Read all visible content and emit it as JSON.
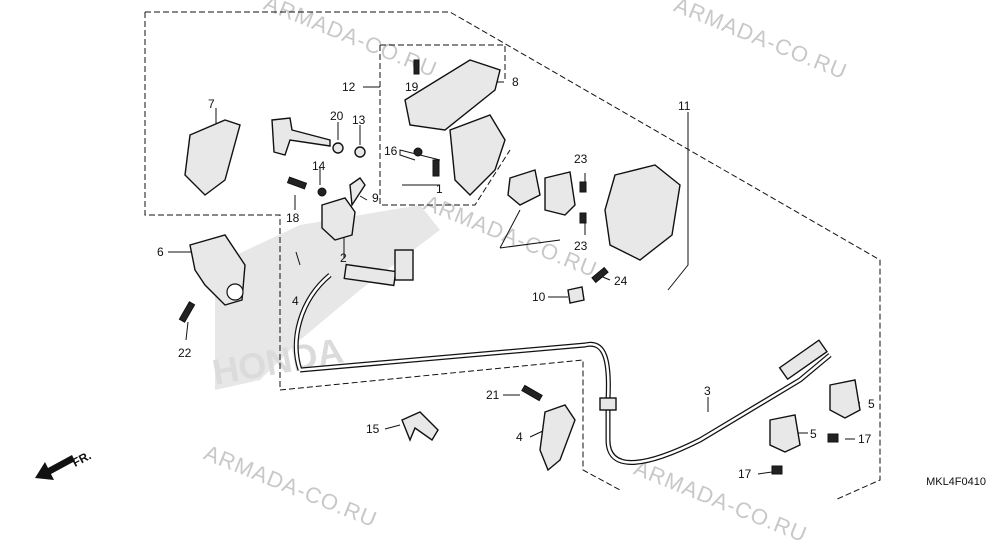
{
  "diagram": {
    "code": "MKL4F0410",
    "direction": "FR.",
    "watermark": "ARMADA-CO.RU",
    "labels": {
      "l1": "1",
      "l2": "2",
      "l3": "3",
      "l4a": "4",
      "l4b": "4",
      "l5a": "5",
      "l5b": "5",
      "l6": "6",
      "l7": "7",
      "l8": "8",
      "l9": "9",
      "l10": "10",
      "l11": "11",
      "l12": "12",
      "l13": "13",
      "l14": "14",
      "l15": "15",
      "l16": "16",
      "l17a": "17",
      "l17b": "17",
      "l18": "18",
      "l19": "19",
      "l20": "20",
      "l21": "21",
      "l22": "22",
      "l23a": "23",
      "l23b": "23",
      "l24": "24"
    }
  }
}
